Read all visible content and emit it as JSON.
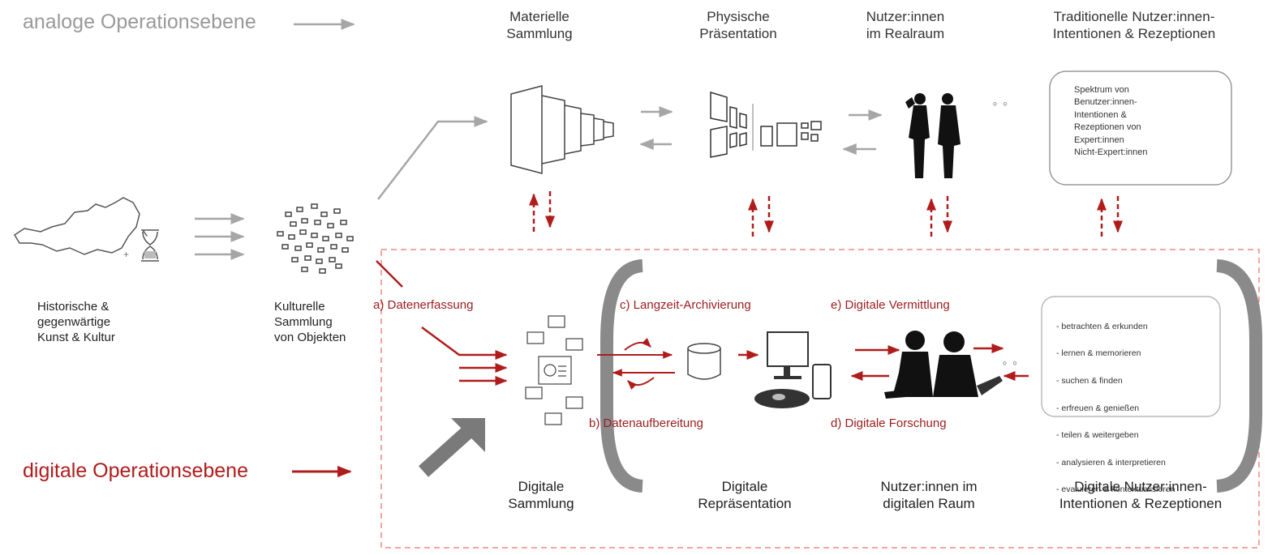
{
  "levels": {
    "analog": "analoge Operationsebene",
    "digital": "digitale Operationsebene"
  },
  "left": {
    "heritage": "Historische &\ngegenwärtige\nKunst & Kultur",
    "collection": "Kulturelle\nSammlung\nvon Objekten"
  },
  "analog_columns": [
    "Materielle\nSammlung",
    "Physische\nPräsentation",
    "Nutzer:innen\nim Realraum",
    "Traditionelle Nutzer:innen-\nIntentionen & Rezeptionen"
  ],
  "digital_columns": [
    "Digitale\nSammlung",
    "Digitale\nRepräsentation",
    "Nutzer:innen im\ndigitalen Raum",
    "Digitale Nutzer:innen-\nIntentionen & Rezeptionen"
  ],
  "steps": {
    "a": "a) Datenerfassung",
    "b": "b) Datenaufbereitung",
    "c": "c) Langzeit-Archivierung",
    "d": "d) Digitale Forschung",
    "e": "e) Digitale Vermittlung"
  },
  "traditional_box": "Spektrum von\nBenutzer:innen-\nIntentionen &\nRezeptionen von\nExpert:innen\nNicht-Expert:innen",
  "digital_box_items": [
    "- betrachten & erkunden",
    "- lernen & memorieren",
    "- suchen & finden",
    "- erfreuen & genießen",
    "- teilen & weitergeben",
    "- analysieren & interpretieren",
    "- evaluieren & kontextualisieren"
  ],
  "colors": {
    "analog": "#a6a6a6",
    "digital": "#b01c1c",
    "dashed_frame": "#ee8a82",
    "bracket": "#8a8a8a"
  },
  "icons": [
    "austria-map-icon",
    "hourglass-icon",
    "objects-cloud-icon",
    "archive-hall-icon",
    "exhibition-frames-icon",
    "visitors-silhouette-icon",
    "digital-objects-icon",
    "database-icon",
    "computer-icon",
    "researchers-silhouette-icon",
    "big-arrow-icon"
  ]
}
